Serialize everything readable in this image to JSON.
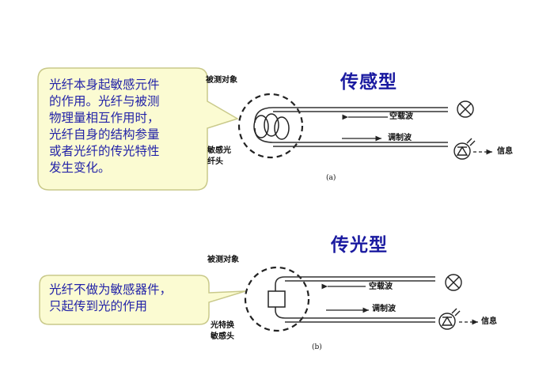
{
  "top": {
    "title": "传感型",
    "callout": "光纤本身起敏感元件\n的作用。光纤与被测\n物理量相互作用时，\n光纤自身的结构参量\n或者光纤的传光特性\n发生变化。",
    "label_object": "被测对象",
    "label_sensor": "敏感光\n纤头",
    "label_carrier": "空载波",
    "label_modulated": "调制波",
    "label_info": "信息",
    "caption": "(a)"
  },
  "bottom": {
    "title": "传光型",
    "callout": "光纤不做为敏感器件，\n只起传到光的作用",
    "label_object": "被测对象",
    "label_sensor": "光特换\n敏感头",
    "label_carrier": "空载波",
    "label_modulated": "调制波",
    "label_info": "信息",
    "caption": "(b)"
  },
  "colors": {
    "callout_fill": "#fbfbd2",
    "callout_border": "#c9c98a",
    "title": "#1a1aa0",
    "callout_text": "#2323a8"
  }
}
